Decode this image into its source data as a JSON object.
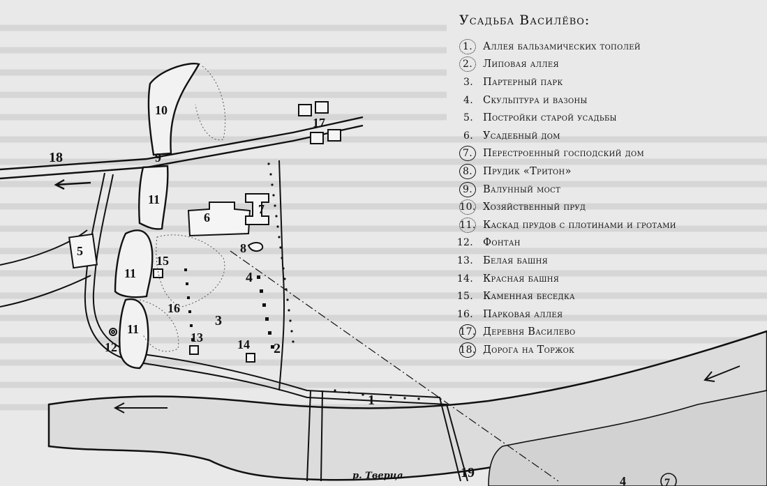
{
  "title": "Усадьба Василёво:",
  "legend": [
    {
      "num": "1.",
      "label": "Аллея бальзамических тополей",
      "style": "dotted"
    },
    {
      "num": "2.",
      "label": "Липовая аллея",
      "style": "dotted"
    },
    {
      "num": "3.",
      "label": "Партерный парк",
      "style": "plain"
    },
    {
      "num": "4.",
      "label": "Скульптура и вазоны",
      "style": "plain"
    },
    {
      "num": "5.",
      "label": "Постройки старой усадьбы",
      "style": "plain"
    },
    {
      "num": "6.",
      "label": "Усадебный дом",
      "style": "plain"
    },
    {
      "num": "7.",
      "label": "Перестроенный господский дом",
      "style": "circle"
    },
    {
      "num": "8.",
      "label": "Прудик «Тритон»",
      "style": "circle"
    },
    {
      "num": "9.",
      "label": "Валунный мост",
      "style": "circle"
    },
    {
      "num": "10.",
      "label": "Хозяйственный пруд",
      "style": "dotted"
    },
    {
      "num": "11.",
      "label": "Каскад прудов с плотинами и гротами",
      "style": "dotted"
    },
    {
      "num": "12.",
      "label": "Фонтан",
      "style": "plain"
    },
    {
      "num": "13.",
      "label": "Белая башня",
      "style": "plain"
    },
    {
      "num": "14.",
      "label": "Красная башня",
      "style": "plain"
    },
    {
      "num": "15.",
      "label": "Каменная беседка",
      "style": "plain"
    },
    {
      "num": "16.",
      "label": "Парковая аллея",
      "style": "plain"
    },
    {
      "num": "17.",
      "label": "Деревня Василево",
      "style": "circle"
    },
    {
      "num": "18.",
      "label": "Дорога на Торжок",
      "style": "circle"
    }
  ],
  "map_labels": {
    "n1": "1",
    "n2": "2",
    "n3": "3",
    "n4": "4",
    "n5": "5",
    "n6": "6",
    "n7": "7",
    "n8": "8",
    "n9": "9",
    "n10": "10",
    "n11a": "11",
    "n11b": "11",
    "n11c": "11",
    "n12": "12",
    "n13": "13",
    "n14": "14",
    "n15": "15",
    "n16": "16",
    "n17": "17",
    "n18": "18",
    "n19": "19",
    "n4b": "4",
    "n7b": "7"
  },
  "river": "р. Тверца"
}
